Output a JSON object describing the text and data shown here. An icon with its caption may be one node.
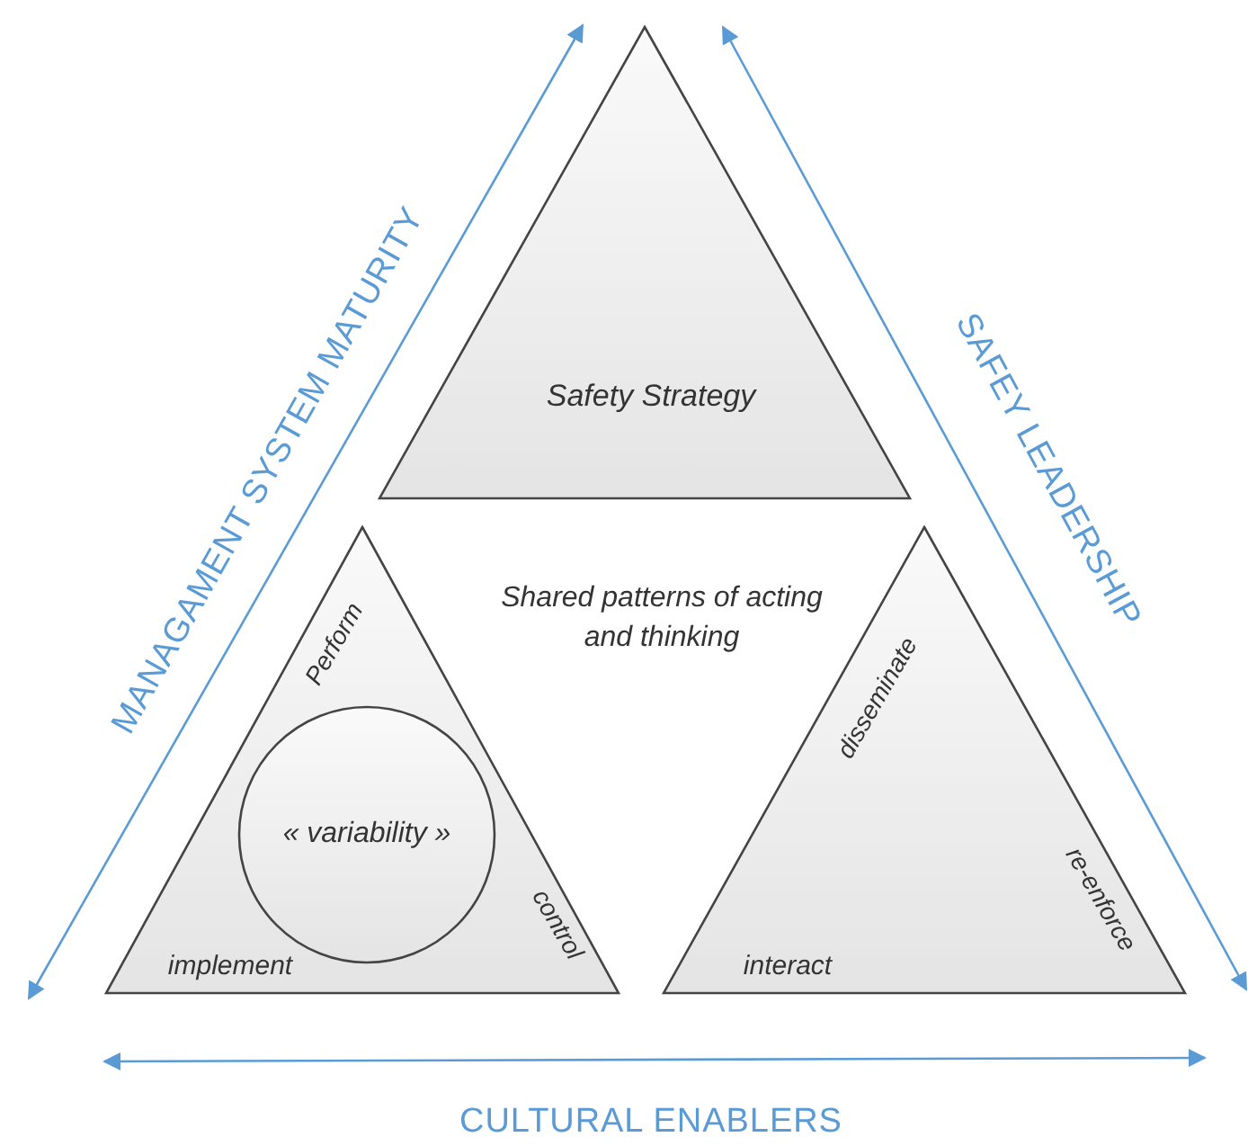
{
  "diagram": {
    "nodes": [
      {
        "text": [
          "Safety Strategy"
        ]
      },
      {
        "text": [
          "Perform",
          "control",
          "implement"
        ]
      },
      {
        "text": [
          "« variability »"
        ],
        "in": 1
      },
      {
        "text": [
          "disseminate",
          "re-enforce",
          "interact"
        ]
      }
    ],
    "labels": [
      "MANAGAMENT SYSTEM MATURITY",
      "SAFEY LEADERSHIP",
      "Shared patterns of acting and thinking",
      "CULTURAL ENABLERS"
    ]
  }
}
